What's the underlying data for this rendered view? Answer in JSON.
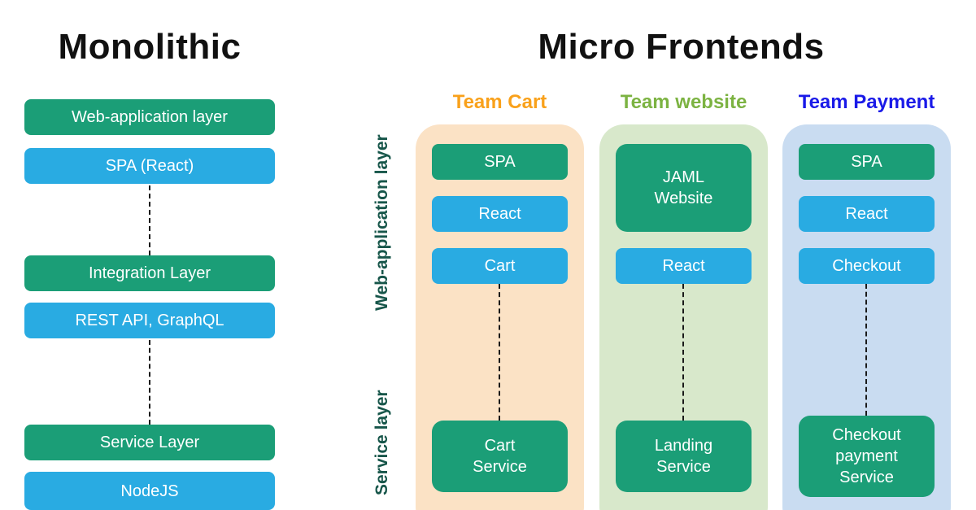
{
  "titles": {
    "monolithic": "Monolithic",
    "micro_frontends": "Micro Frontends"
  },
  "monolithic": {
    "blocks": [
      {
        "label": "Web-application layer",
        "color": "green"
      },
      {
        "label": "SPA (React)",
        "color": "blue"
      },
      {
        "label": "Integration Layer",
        "color": "green"
      },
      {
        "label": "REST API, GraphQL",
        "color": "blue"
      },
      {
        "label": "Service Layer",
        "color": "green"
      },
      {
        "label": "NodeJS",
        "color": "blue"
      }
    ]
  },
  "layer_labels": {
    "web": "Web-application layer",
    "service": "Service layer"
  },
  "teams": [
    {
      "name": "Team Cart",
      "label_color": "#F9A11B",
      "column_bg": "#FBE2C5",
      "blocks": [
        {
          "label": "SPA",
          "color": "green"
        },
        {
          "label": "React",
          "color": "blue"
        },
        {
          "label": "Cart",
          "color": "blue"
        },
        {
          "label": "Cart\nService",
          "color": "green"
        }
      ]
    },
    {
      "name": "Team website",
      "label_color": "#7CB342",
      "column_bg": "#D8E8CB",
      "blocks": [
        {
          "label": "JAML\nWebsite",
          "color": "green"
        },
        {
          "label": "React",
          "color": "blue"
        },
        {
          "label": "Landing\nService",
          "color": "green"
        }
      ]
    },
    {
      "name": "Team Payment",
      "label_color": "#1A1AE8",
      "column_bg": "#C9DCF1",
      "blocks": [
        {
          "label": "SPA",
          "color": "green"
        },
        {
          "label": "React",
          "color": "blue"
        },
        {
          "label": "Checkout",
          "color": "blue"
        },
        {
          "label": "Checkout\npayment\nService",
          "color": "green"
        }
      ]
    }
  ],
  "colors": {
    "green_block": "#1B9E77",
    "blue_block": "#29ABE2",
    "team_cart": "#F9A11B",
    "team_website": "#7CB342",
    "team_payment": "#1A1AE8",
    "cart_column_bg": "#FBE2C5",
    "website_column_bg": "#D8E8CB",
    "payment_column_bg": "#C9DCF1",
    "layer_label": "#17564A",
    "title": "#111111"
  }
}
